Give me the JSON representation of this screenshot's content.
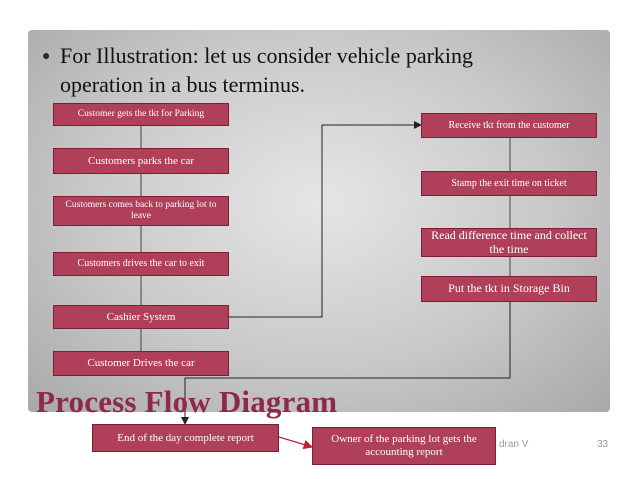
{
  "bullet": {
    "icon": "bullet-icon",
    "line1": "For Illustration: let us consider vehicle parking",
    "line2": "operation in a bus terminus."
  },
  "left_column": [
    "Customer gets the tkt for Parking",
    "Customers parks the car",
    "Customers comes back to parking lot to leave",
    "Customers drives the car to exit",
    "Cashier System",
    "Customer Drives the car"
  ],
  "right_column": [
    "Receive tkt from the customer",
    "Stamp the exit time on ticket",
    "Read difference time and collect the time",
    "Put the tkt in Storage Bin"
  ],
  "bottom": {
    "report": "End of the day complete report",
    "owner": "Owner of the parking lot gets the accounting report"
  },
  "slide_title": "Process Flow Diagram",
  "footer": {
    "author_fragment": "dran V",
    "page_number": "33"
  },
  "colors": {
    "box_fill": "#b0405a",
    "box_border": "#7a1f35",
    "title": "#8e2a45"
  }
}
